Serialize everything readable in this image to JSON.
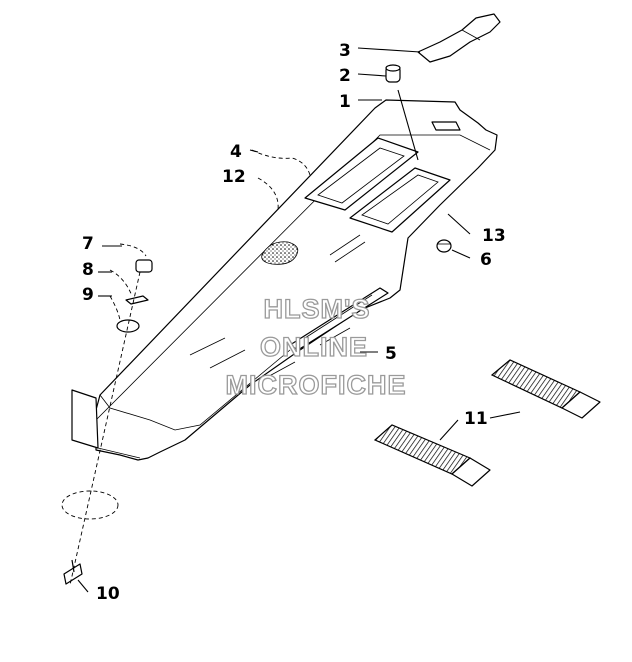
{
  "callouts": {
    "c1": "1",
    "c2": "2",
    "c3": "3",
    "c4": "4",
    "c5": "5",
    "c6": "6",
    "c7": "7",
    "c8": "8",
    "c9": "9",
    "c10": "10",
    "c11": "11",
    "c12": "12",
    "c13": "13"
  },
  "watermark": {
    "line1": "HLSM'S",
    "line2": "ONLINE",
    "line3": "MICROFICHE"
  }
}
